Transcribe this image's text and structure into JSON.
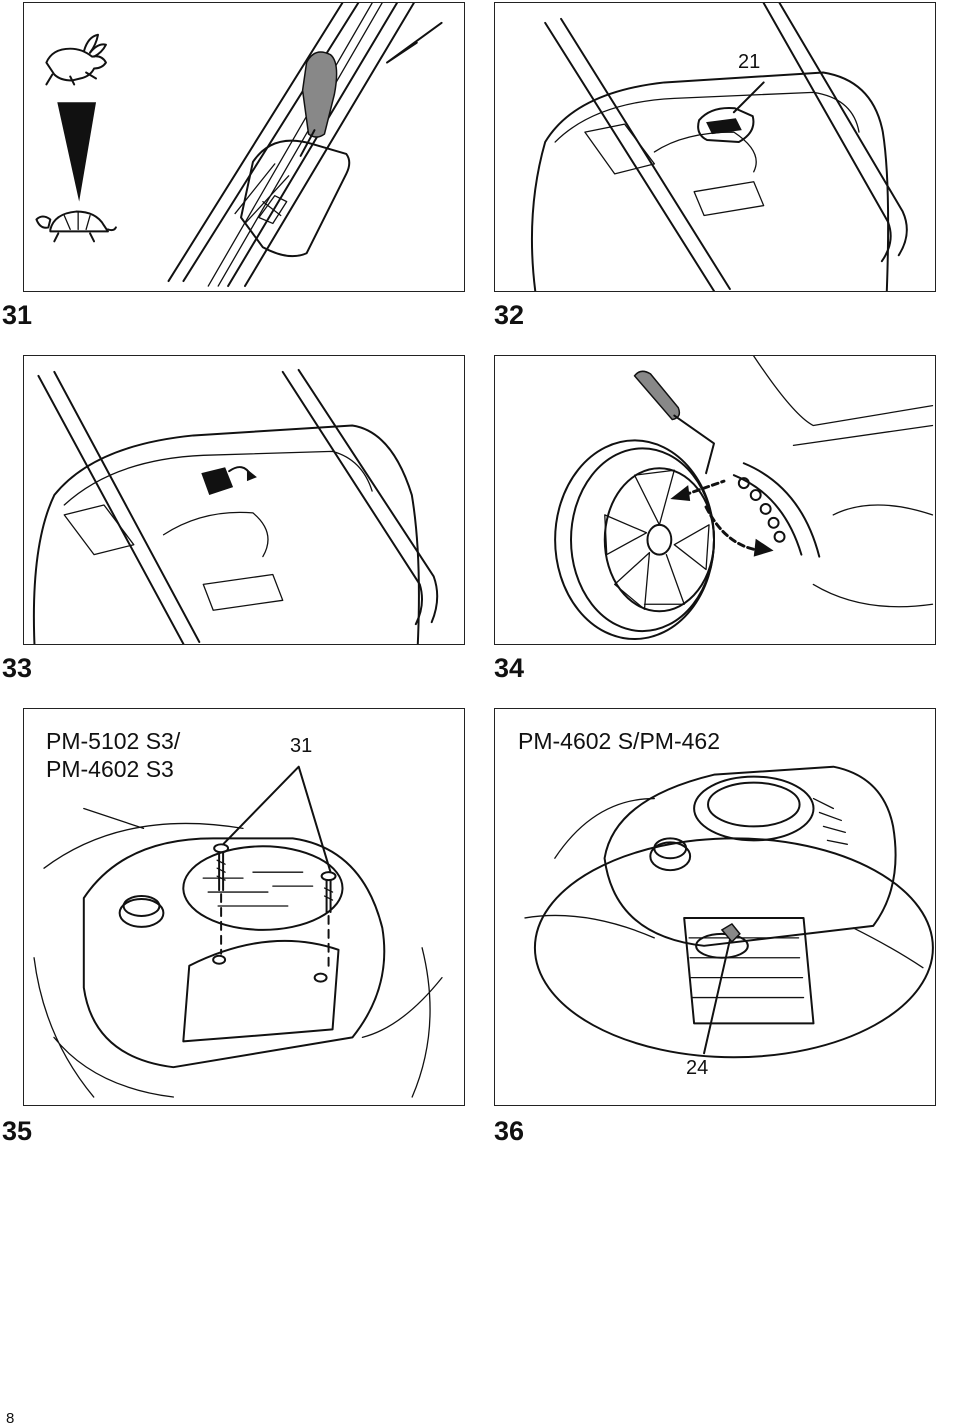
{
  "figures": [
    {
      "number": "31"
    },
    {
      "number": "32",
      "callouts": [
        "21"
      ]
    },
    {
      "number": "33"
    },
    {
      "number": "34"
    },
    {
      "number": "35",
      "model_lines": [
        "PM-5102 S3/",
        "PM-4602 S3"
      ],
      "callouts": [
        "31"
      ]
    },
    {
      "number": "36",
      "model_lines": [
        "PM-4602 S/PM-462"
      ],
      "callouts": [
        "24"
      ]
    }
  ],
  "page_number": "8"
}
